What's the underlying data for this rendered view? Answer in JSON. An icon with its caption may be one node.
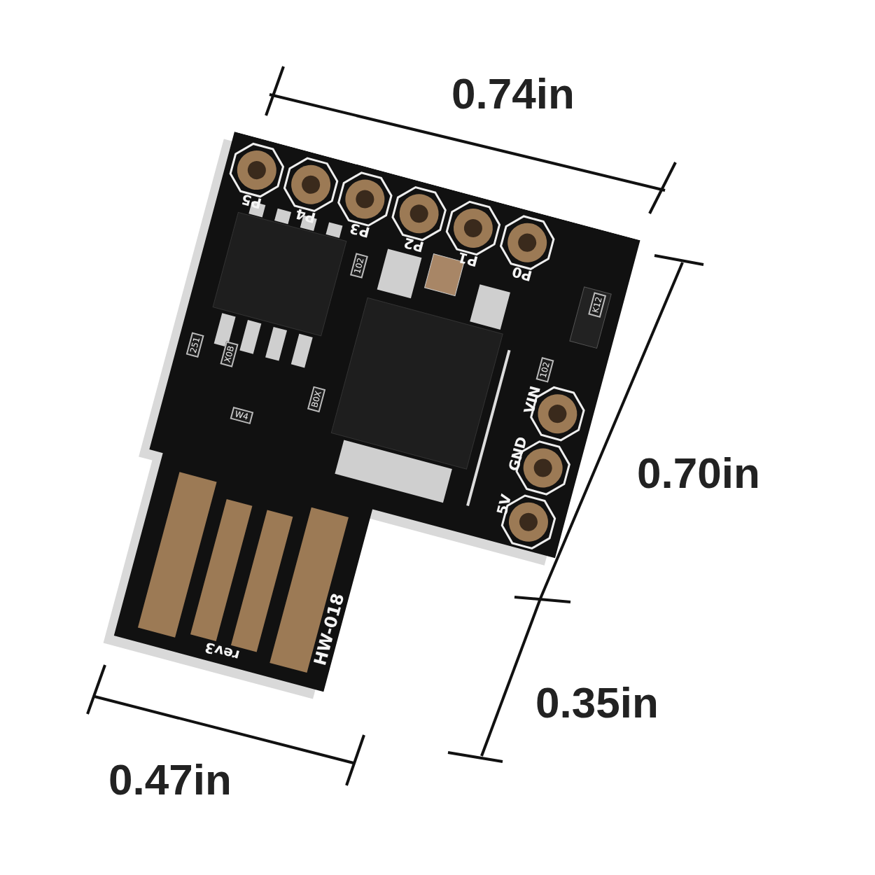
{
  "diagram": {
    "labels": [
      "0.74in",
      "P5",
      "P4",
      "P3",
      "P2",
      "P1",
      "P0",
      "102",
      "K12",
      "102",
      "VIN",
      "GND",
      "5V",
      "251",
      "X0B",
      "B0X",
      "W4",
      "rev3",
      "HW-018",
      "0.70in",
      "0.35in",
      "0.47in"
    ]
  }
}
